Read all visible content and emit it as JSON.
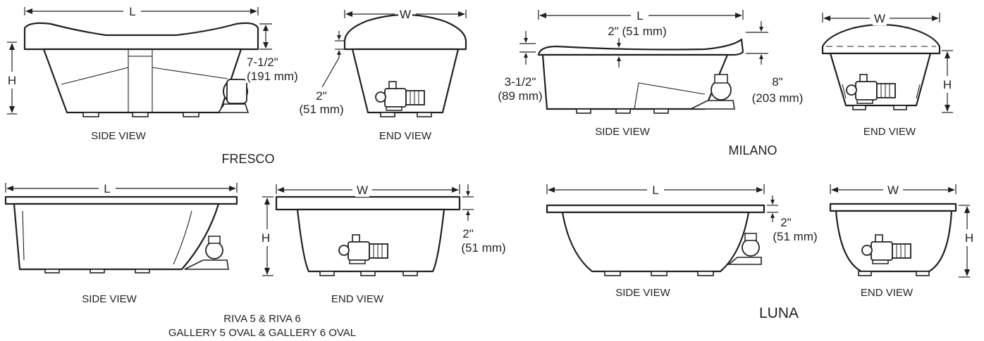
{
  "fresco": {
    "title": "FRESCO",
    "side_label": "SIDE VIEW",
    "end_label": "END VIEW",
    "length": "L",
    "width": "W",
    "height": "H",
    "rim_in": "7-1/2\"",
    "rim_mm": "(191 mm)",
    "lip_in": "2\"",
    "lip_mm": "(51 mm)"
  },
  "milano": {
    "title": "MILANO",
    "side_label": "SIDE VIEW",
    "end_label": "END VIEW",
    "length": "L",
    "width": "W",
    "height": "H",
    "center_dim": "2\" (51 mm)",
    "left_in": "3-1/2\"",
    "left_mm": "(89 mm)",
    "right_in": "8\"",
    "right_mm": "(203 mm)"
  },
  "riva": {
    "title_line1": "RIVA 5 & RIVA 6",
    "title_line2": "GALLERY 5 OVAL & GALLERY 6 OVAL",
    "side_label": "SIDE VIEW",
    "end_label": "END VIEW",
    "length": "L",
    "width": "W",
    "height": "H",
    "lip_in": "2\"",
    "lip_mm": "(51 mm)"
  },
  "luna": {
    "title": "LUNA",
    "side_label": "SIDE VIEW",
    "end_label": "END VIEW",
    "length": "L",
    "width": "W",
    "height": "H",
    "lip_in": "2\"",
    "lip_mm": "(51 mm)"
  }
}
